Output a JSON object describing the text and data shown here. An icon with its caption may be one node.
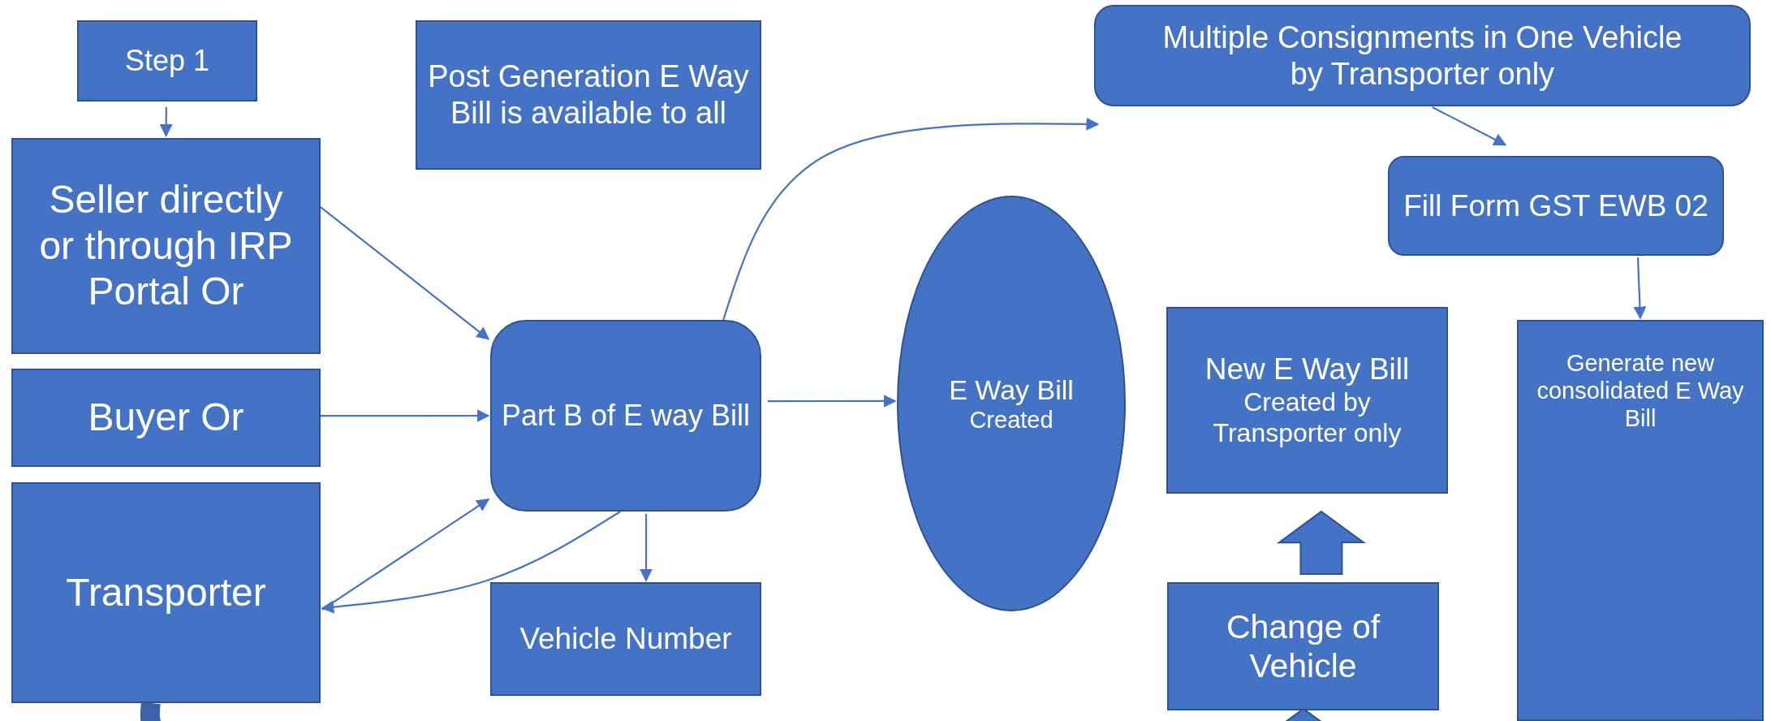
{
  "diagram": {
    "nodes": [
      {
        "text": [
          "Step 1"
        ]
      },
      {
        "text": [
          "Seller directly or through IRP Portal Or"
        ]
      },
      {
        "text": [
          "Buyer Or"
        ]
      },
      {
        "text": [
          "Transporter"
        ]
      },
      {
        "text": [
          "Post Generation E Way Bill is available to all"
        ]
      },
      {
        "text": [
          "Part B of E way Bill"
        ]
      },
      {
        "text": [
          "Vehicle Number"
        ]
      },
      {
        "text": [
          "E Way Bill",
          "Created"
        ]
      },
      {
        "text": [
          "Multiple Consignments in One Vehicle by Transporter only"
        ]
      },
      {
        "text": [
          "Fill Form GST EWB 02"
        ]
      },
      {
        "text": [
          "New E Way Bill",
          "Created by Transporter only"
        ]
      },
      {
        "text": [
          "Change of Vehicle"
        ]
      },
      {
        "text": [
          "Generate new consolidated E Way Bill"
        ]
      }
    ],
    "edges": [
      {
        "from": 0,
        "to": 1,
        "arrow": "to"
      },
      {
        "from": 1,
        "to": 5,
        "arrow": "to"
      },
      {
        "from": 2,
        "to": 5,
        "arrow": "to"
      },
      {
        "from": 3,
        "to": 5,
        "arrow": "to"
      },
      {
        "from": 5,
        "to": 3,
        "arrow": "to"
      },
      {
        "from": 5,
        "to": 6,
        "arrow": "to"
      },
      {
        "from": 5,
        "to": 7,
        "arrow": "to"
      },
      {
        "from": 5,
        "to": 8,
        "arrow": "to"
      },
      {
        "from": 8,
        "to": 9,
        "arrow": "to"
      },
      {
        "from": 9,
        "to": 12,
        "arrow": "to"
      },
      {
        "from": 11,
        "to": 10,
        "arrow": "to",
        "style": "thick"
      },
      {
        "from": null,
        "to": 11,
        "arrow": "to",
        "style": "thick"
      },
      {
        "from": 3,
        "to": null,
        "arrow": "none",
        "style": "thick"
      }
    ]
  }
}
